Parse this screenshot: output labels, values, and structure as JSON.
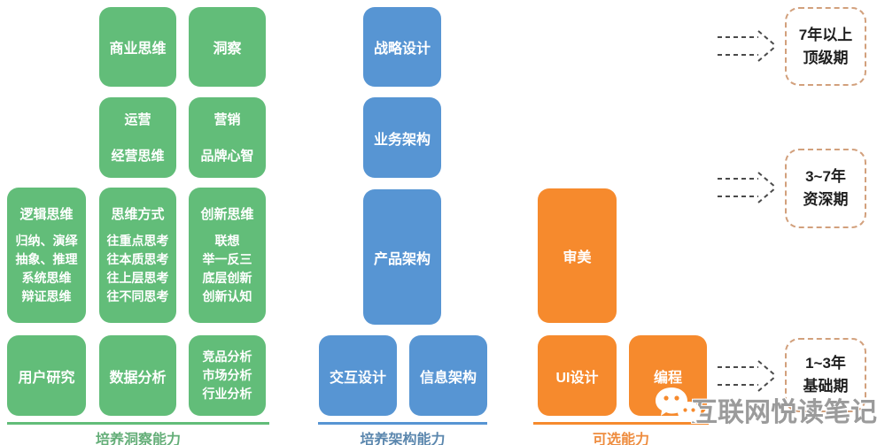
{
  "colors": {
    "green": "#62BD79",
    "blue": "#5795D3",
    "orange": "#F68A2D",
    "stage_border": "#D2A07C",
    "arrow": "#4a4a4a",
    "watermark_gray": "#9b9b9b"
  },
  "insight": {
    "label": "培养洞察能力",
    "boxes": {
      "business_thinking": {
        "line1": "商业思维"
      },
      "insight": {
        "line1": "洞察"
      },
      "operations": {
        "line1": "运营",
        "line2": "经营思维"
      },
      "marketing": {
        "line1": "营销",
        "line2": "品牌心智"
      },
      "logic": {
        "title": "逻辑思维",
        "lines": [
          "归纳、演绎",
          "抽象、推理",
          "系统思维",
          "辩证思维"
        ]
      },
      "mindset": {
        "title": "思维方式",
        "lines": [
          "往重点思考",
          "往本质思考",
          "往上层思考",
          "往不同思考"
        ]
      },
      "innovation": {
        "title": "创新思维",
        "lines": [
          "联想",
          "举一反三",
          "底层创新",
          "创新认知"
        ]
      },
      "user_research": {
        "line1": "用户研究"
      },
      "data_analysis": {
        "line1": "数据分析"
      },
      "analysis": {
        "lines": [
          "竞品分析",
          "市场分析",
          "行业分析"
        ]
      }
    }
  },
  "architecture": {
    "label": "培养架构能力",
    "boxes": {
      "strategy_design": "战略设计",
      "business_architecture": "业务架构",
      "product_architecture": "产品架构",
      "interaction_design": "交互设计",
      "information_architecture": "信息架构"
    }
  },
  "optional": {
    "label": "可选能力",
    "boxes": {
      "aesthetics": "审美",
      "ui_design": "UI设计",
      "programming": "编程"
    }
  },
  "stages": [
    {
      "line1": "7年以上",
      "line2": "顶级期"
    },
    {
      "line1": "3~7年",
      "line2": "资深期"
    },
    {
      "line1": "1~3年",
      "line2": "基础期"
    }
  ],
  "watermark": {
    "text": "互联网悦读笔记"
  }
}
